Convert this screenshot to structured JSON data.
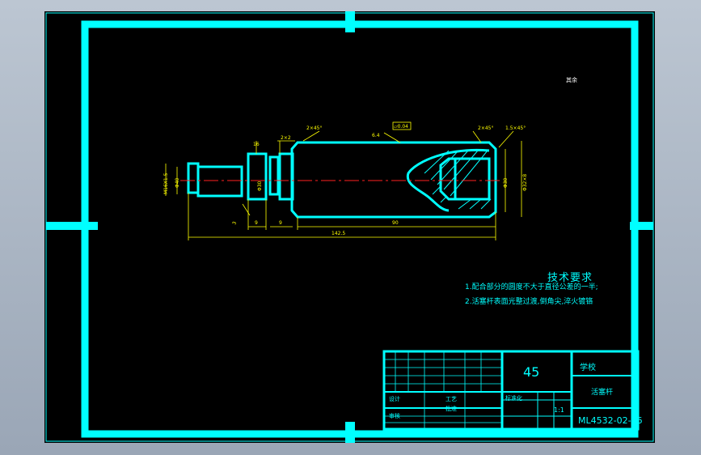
{
  "colors": {
    "frame": "#00ffff",
    "line": "#ffff00",
    "centerline": "#ff2020",
    "dimension": "#ffff00",
    "sheet": "#000000",
    "background": "#a9b4c2"
  },
  "roughness": "其余",
  "dimensions": {
    "thread": "M16X1.5",
    "chamfer_small": "2×45°",
    "chamfer_left": "2×45°",
    "chamfer_right": "2×45°",
    "chamfer_end": "1.5×45°",
    "overall_length": "142.5",
    "body_length": "90",
    "dim_a": "9",
    "dim_b": "9",
    "dim_c": "2×2",
    "dim_d": "16",
    "dim_e": "3",
    "dia_body": "Φ30",
    "dia_neck": "Φ40",
    "dia_right": "Φ32×8"
  },
  "tolerance_frame": "⏥0.04",
  "roughness_mark": "6.4",
  "notes": {
    "title": "技术要求",
    "items": [
      "1.配合部分的圆度不大于直径公差的一半;",
      "2.活塞杆表面光整过渡,倒角尖,淬火镀铬"
    ]
  },
  "title_block": {
    "material": "45",
    "school": "学校",
    "part_name": "活塞杆",
    "drawing_no": "ML4532-02-06",
    "scale": "1:1",
    "rows": [
      "设计",
      "审核",
      "工艺",
      "批准",
      "标准化"
    ]
  }
}
